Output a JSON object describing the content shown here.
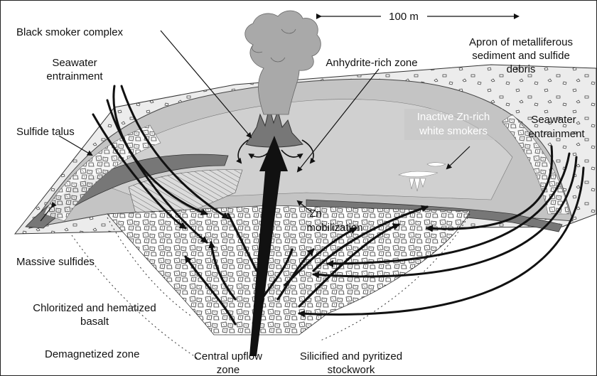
{
  "diagram": {
    "scale_label": "100 m",
    "labels": {
      "black_smoker": "Black smoker complex",
      "seawater_left_1": "Seawater",
      "seawater_left_2": "entrainment",
      "anhydrite": "Anhydrite-rich zone",
      "apron_1": "Apron of metalliferous",
      "apron_2": "sediment and sulfide",
      "apron_3": "debris",
      "inactive_1": "Inactive Zn-rich",
      "inactive_2": "white smokers",
      "seawater_right_1": "Seawater",
      "seawater_right_2": "entrainment",
      "sulfide_talus": "Sulfide talus",
      "zn_1": "Zn",
      "zn_2": "mobilization",
      "massive": "Massive sulfides",
      "chloritized_1": "Chloritized and hematized",
      "chloritized_2": "basalt",
      "demag": "Demagnetized zone",
      "central_1": "Central upflow",
      "central_2": "zone",
      "silicified_1": "Silicified and pyritized",
      "silicified_2": "stockwork"
    },
    "colors": {
      "mound": "#c4c4c4",
      "apron": "#ececec",
      "sulfide": "#777777",
      "smoke": "#a9a9a9",
      "stockwork": "#ffffff",
      "ink": "#111111"
    }
  }
}
